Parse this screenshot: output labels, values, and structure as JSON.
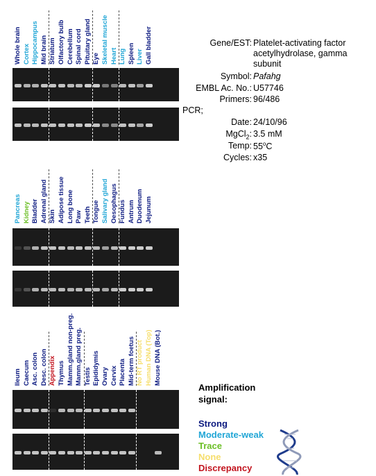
{
  "panels": [
    {
      "lanes": [
        {
          "label": "Whole brain",
          "signal": "strong",
          "band1": 0.9,
          "band2": 0.9
        },
        {
          "label": "Cortex",
          "signal": "moderate-weak",
          "band1": 0.8,
          "band2": 0.85
        },
        {
          "label": "Hippocampus",
          "signal": "moderate-weak",
          "band1": 0.8,
          "band2": 0.85
        },
        {
          "label": "Mid brain",
          "signal": "strong",
          "band1": 0.9,
          "band2": 0.9
        },
        {
          "label": "Striatum",
          "signal": "strong",
          "band1": 0.9,
          "band2": 0.9
        },
        {
          "label": "Olfactory bulb",
          "signal": "strong",
          "band1": 0.9,
          "band2": 0.9
        },
        {
          "label": "Cerebellum",
          "signal": "strong",
          "band1": 0.85,
          "band2": 0.9
        },
        {
          "label": "Spinal cord",
          "signal": "strong",
          "band1": 0.85,
          "band2": 0.9
        },
        {
          "label": "Pituitary gland",
          "signal": "strong",
          "band1": 0.95,
          "band2": 0.95
        },
        {
          "label": "Eye",
          "signal": "strong",
          "band1": 0.95,
          "band2": 0.9
        },
        {
          "label": "Skeletal muscle",
          "signal": "moderate-weak",
          "band1": 0.5,
          "band2": 0.6
        },
        {
          "label": "Heart",
          "signal": "moderate-weak",
          "band1": 0.55,
          "band2": 0.6
        },
        {
          "label": "Lung",
          "signal": "moderate-weak",
          "band1": 0.85,
          "band2": 0.9
        },
        {
          "label": "Spleen",
          "signal": "strong",
          "band1": 0.9,
          "band2": 0.9
        },
        {
          "label": "Liver",
          "signal": "moderate-weak",
          "band1": 0.7,
          "band2": 0.75
        },
        {
          "label": "Gall bladder",
          "signal": "strong",
          "band1": 0.95,
          "band2": 0.95
        }
      ],
      "separators_after": [
        3,
        8,
        11
      ]
    },
    {
      "lanes": [
        {
          "label": "Pancreas",
          "signal": "moderate-weak",
          "band1": 0.15,
          "band2": 0.15
        },
        {
          "label": "Kidney",
          "signal": "trace",
          "band1": 0.3,
          "band2": 0.3
        },
        {
          "label": "Bladder",
          "signal": "strong",
          "band1": 0.8,
          "band2": 0.8
        },
        {
          "label": "Adrenal gland",
          "signal": "strong",
          "band1": 0.9,
          "band2": 0.85
        },
        {
          "label": "Skin",
          "signal": "strong",
          "band1": 0.9,
          "band2": 0.85
        },
        {
          "label": "Adipose tissue",
          "signal": "strong",
          "band1": 0.9,
          "band2": 0.85
        },
        {
          "label": "Long bone",
          "signal": "strong",
          "band1": 0.85,
          "band2": 0.8
        },
        {
          "label": "Paw",
          "signal": "strong",
          "band1": 0.9,
          "band2": 0.85
        },
        {
          "label": "Teeth",
          "signal": "strong",
          "band1": 0.9,
          "band2": 0.85
        },
        {
          "label": "Tongue",
          "signal": "strong",
          "band1": 0.85,
          "band2": 0.85
        },
        {
          "label": "Salivary gland",
          "signal": "moderate-weak",
          "band1": 0.7,
          "band2": 0.75
        },
        {
          "label": "Oesophagus",
          "signal": "strong",
          "band1": 0.85,
          "band2": 0.85
        },
        {
          "label": "Fundus",
          "signal": "strong",
          "band1": 0.95,
          "band2": 0.95
        },
        {
          "label": "Antrum",
          "signal": "strong",
          "band1": 0.95,
          "band2": 0.95
        },
        {
          "label": "Duodenum",
          "signal": "strong",
          "band1": 0.95,
          "band2": 0.95
        },
        {
          "label": "Jejunum",
          "signal": "strong",
          "band1": 0.95,
          "band2": 0.95
        }
      ],
      "separators_after": [
        3,
        8,
        11
      ]
    },
    {
      "lanes": [
        {
          "label": "Ileum",
          "signal": "strong",
          "band1": 0.9,
          "band2": 0.9
        },
        {
          "label": "Caecum",
          "signal": "strong",
          "band1": 0.9,
          "band2": 0.9
        },
        {
          "label": "Asc. colon",
          "signal": "strong",
          "band1": 0.9,
          "band2": 0.9
        },
        {
          "label": "Desc. colon",
          "signal": "strong",
          "band1": 0.9,
          "band2": 0.9
        },
        {
          "label": "Appendix",
          "signal": "discrepancy",
          "band1": 0.1,
          "band2": 0.9
        },
        {
          "label": "Thymus",
          "signal": "strong",
          "band1": 0.85,
          "band2": 0.9
        },
        {
          "label": "Mamm.gland non-preg.",
          "signal": "strong",
          "band1": 0.85,
          "band2": 0.9
        },
        {
          "label": "Mamm.gland preg.",
          "signal": "strong",
          "band1": 0.85,
          "band2": 0.9
        },
        {
          "label": "Testis",
          "signal": "strong",
          "band1": 0.9,
          "band2": 0.9
        },
        {
          "label": "Epididymis",
          "signal": "strong",
          "band1": 0.9,
          "band2": 0.9
        },
        {
          "label": "Ovary",
          "signal": "strong",
          "band1": 0.9,
          "band2": 0.9
        },
        {
          "label": "Cervix",
          "signal": "strong",
          "band1": 0.9,
          "band2": 0.9
        },
        {
          "label": "Placenta",
          "signal": "strong",
          "band1": 0.9,
          "band2": 0.9
        },
        {
          "label": "Mid-term foetus",
          "signal": "strong",
          "band1": 0.9,
          "band2": 0.9
        },
        {
          "label": "No RT product",
          "signal": "none",
          "band1": 0.0,
          "band2": 0.0
        },
        {
          "label": "Human DNA (Top)",
          "signal": "none",
          "band1": 0.0,
          "band2": 0.0
        },
        {
          "label": "Mouse DNA (Bot.)",
          "signal": "strong",
          "band1": 0.0,
          "band2": 0.85
        }
      ],
      "separators_after": [
        3,
        7,
        13
      ]
    }
  ],
  "info": {
    "gene_key": "Gene/EST:",
    "gene_line1": "Platelet-activating factor",
    "gene_line2": "acetylhydrolase, gamma",
    "gene_line3": "subunit",
    "symbol_key": "Symbol:",
    "symbol_val": "Pafahg",
    "embl_key": "EMBL Ac. No.:",
    "embl_val": "U57746",
    "primers_key": "Primers:",
    "primers_val": "96/486",
    "pcr_key": "PCR;",
    "date_key": "Date:",
    "date_val": "24/10/96",
    "mgcl_key_pre": "MgCl",
    "mgcl_key_sub": "2",
    "mgcl_key_post": ":",
    "mgcl_val": "3.5 mM",
    "temp_key": "Temp:",
    "temp_val_pre": "55",
    "temp_val_sup": "o",
    "temp_val_post": "C",
    "cycles_key": "Cycles:",
    "cycles_val": "x35"
  },
  "legend": {
    "title_line1": "Amplification",
    "title_line2": "signal:",
    "items": [
      {
        "label": "Strong",
        "key": "strong"
      },
      {
        "label": "Moderate-weak",
        "key": "moderate-weak"
      },
      {
        "label": "Trace",
        "key": "trace"
      },
      {
        "label": "None",
        "key": "none"
      },
      {
        "label": "Discrepancy",
        "key": "discrepancy"
      }
    ]
  },
  "colors": {
    "strong": "#0c1a80",
    "moderate-weak": "#21a6d6",
    "trace": "#6cbf27",
    "none": "#f6de6c",
    "discrepancy": "#c2141e",
    "gel": "#1b1b1b",
    "band": "#d6d6d6"
  }
}
